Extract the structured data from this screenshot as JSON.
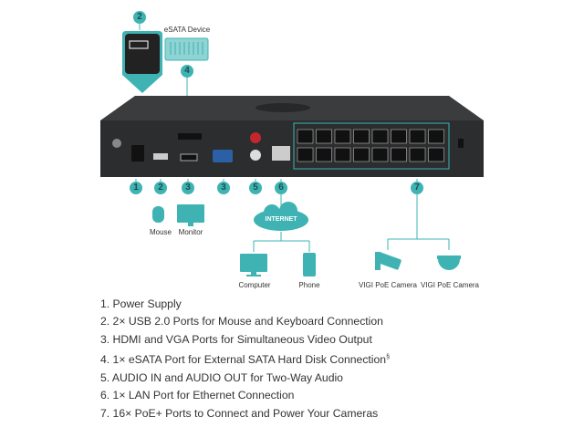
{
  "colors": {
    "accent": "#3fb3b3",
    "device": "#2b2d2f"
  },
  "callouts": {
    "top_usb": "2",
    "esata": "4",
    "power": "1",
    "usb": "2",
    "hdmi": "3",
    "vga": "3",
    "audio": "5",
    "lan": "6",
    "poe": "7"
  },
  "labels": {
    "esata_device": "eSATA Device",
    "mouse": "Mouse",
    "monitor": "Monitor",
    "internet": "INTERNET",
    "computer": "Computer",
    "phone": "Phone",
    "camera1": "VIGI PoE Camera",
    "camera2": "VIGI PoE Camera"
  },
  "features": [
    {
      "text": "1. Power Supply"
    },
    {
      "text": "2. 2× USB 2.0 Ports for Mouse and Keyboard Connection"
    },
    {
      "text": "3. HDMI and VGA Ports for Simultaneous Video Output"
    },
    {
      "text": "4. 1× eSATA Port for External SATA Hard Disk Connection",
      "note": "§"
    },
    {
      "text": "5. AUDIO IN and AUDIO OUT for Two-Way Audio"
    },
    {
      "text": "6. 1× LAN Port for Ethernet Connection"
    },
    {
      "text": "7. 16× PoE+ Ports to Connect and Power Your Cameras"
    }
  ]
}
